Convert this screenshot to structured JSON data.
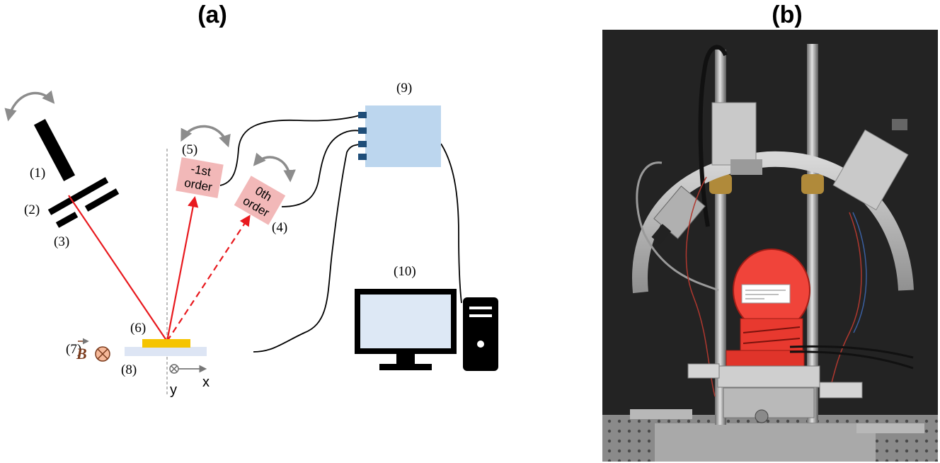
{
  "panels": {
    "a": {
      "label": "(a)"
    },
    "b": {
      "label": "(b)"
    }
  },
  "diagram": {
    "callouts": {
      "n1": "(1)",
      "n2": "(2)",
      "n3": "(3)",
      "n4": "(4)",
      "n5": "(5)",
      "n6": "(6)",
      "n7": "(7)",
      "n8": "(8)",
      "n9": "(9)",
      "n10": "(10)"
    },
    "detector_minus1": {
      "line1": "-1st",
      "line2": "order"
    },
    "detector_zero": {
      "line1": "0th",
      "line2": "order"
    },
    "magnetic_field": {
      "symbol": "B"
    },
    "axes": {
      "x": "x",
      "y": "y"
    }
  },
  "colors": {
    "laser": "#e8191e",
    "detector_box": "#f2b8b8",
    "daq_box": "#bcd6ee",
    "daq_ports": "#1f4e79",
    "sample": "#f5c400",
    "substrate": "#dde5f4",
    "monitor_screen": "#dde8f5",
    "field_symbol_fill": "#f6b99a",
    "rotation_arrow": "#8c8c8c"
  }
}
